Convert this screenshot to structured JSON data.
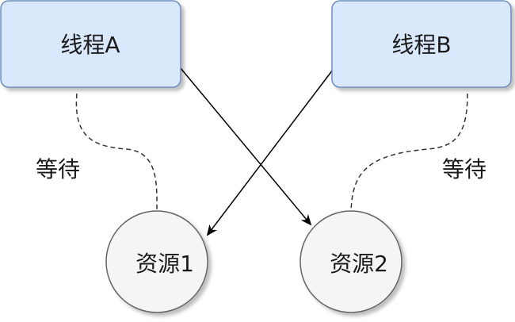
{
  "diagram": {
    "threads": [
      {
        "id": "thread-a",
        "label": "线程A"
      },
      {
        "id": "thread-b",
        "label": "线程B"
      }
    ],
    "resources": [
      {
        "id": "resource-1",
        "label": "资源1"
      },
      {
        "id": "resource-2",
        "label": "资源2"
      }
    ],
    "wait_labels": {
      "left": "等待",
      "right": "等待"
    },
    "colors": {
      "thread_fill": "#dae8fc",
      "thread_stroke": "#6c8ebf",
      "resource_fill": "#f5f5f5",
      "resource_stroke": "#666666",
      "edge": "#000000"
    }
  }
}
